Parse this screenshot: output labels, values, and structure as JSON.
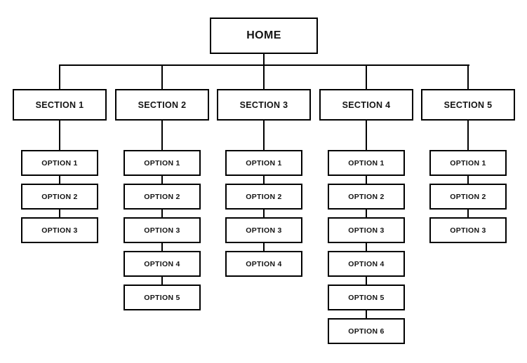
{
  "diagram": {
    "type": "sitemap-tree",
    "root": {
      "label": "HOME"
    },
    "columns": [
      {
        "section": "SECTION 1",
        "options": [
          "OPTION 1",
          "OPTION 2",
          "OPTION 3"
        ]
      },
      {
        "section": "SECTION 2",
        "options": [
          "OPTION 1",
          "OPTION 2",
          "OPTION 3",
          "OPTION 4",
          "OPTION 5"
        ]
      },
      {
        "section": "SECTION 3",
        "options": [
          "OPTION 1",
          "OPTION 2",
          "OPTION 3",
          "OPTION 4"
        ]
      },
      {
        "section": "SECTION 4",
        "options": [
          "OPTION 1",
          "OPTION 2",
          "OPTION 3",
          "OPTION 4",
          "OPTION 5",
          "OPTION 6"
        ]
      },
      {
        "section": "SECTION 5",
        "options": [
          "OPTION 1",
          "OPTION 2",
          "OPTION 3"
        ]
      }
    ],
    "colors": {
      "background": "#ffffff",
      "box_fill": "#ffffff",
      "box_border": "#000000",
      "connector_line": "#000000",
      "text": "#141414"
    }
  }
}
